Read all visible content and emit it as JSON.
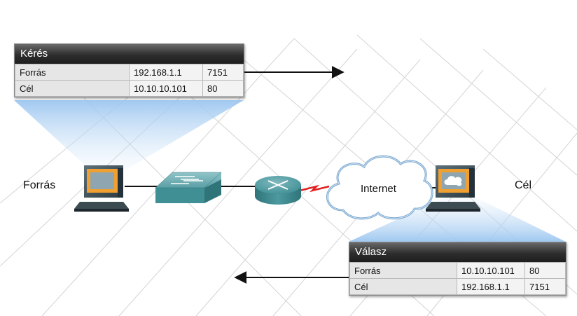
{
  "request_table": {
    "title": "Kérés",
    "rows": [
      {
        "label": "Forrás",
        "address": "192.168.1.1",
        "port": "7151"
      },
      {
        "label": "Cél",
        "address": "10.10.10.101",
        "port": "80"
      }
    ]
  },
  "reply_table": {
    "title": "Válasz",
    "rows": [
      {
        "label": "Forrás",
        "address": "10.10.10.101",
        "port": "80"
      },
      {
        "label": "Cél",
        "address": "192.168.1.1",
        "port": "7151"
      }
    ]
  },
  "nodes": {
    "source_label": "Forrás",
    "destination_label": "Cél",
    "cloud_label": "Internet"
  },
  "icons": [
    "source-computer-icon",
    "switch-icon",
    "router-icon",
    "internet-cloud-icon",
    "destination-computer-icon"
  ],
  "colors": {
    "title_bar": "#2e2e2e",
    "monitor_frame": "#f0a030",
    "device_teal": "#3f8f95",
    "serial_link": "#e02020",
    "projection_blue": "#a9cdf2",
    "grid": "#d0d0d0"
  }
}
